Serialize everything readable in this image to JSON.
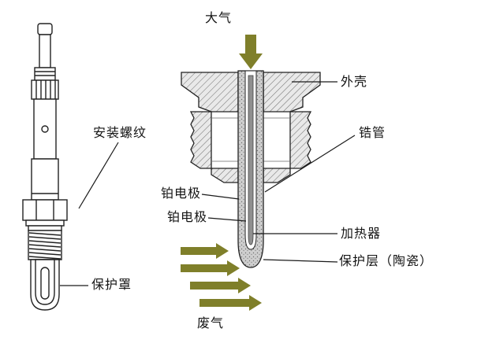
{
  "diagram": {
    "labels": {
      "atmosphere": "大气",
      "shell": "外壳",
      "mounting_thread": "安装螺纹",
      "zirconia_tube": "锆管",
      "platinum_electrode_outer": "铂电极",
      "platinum_electrode_inner": "铂电极",
      "heater": "加热器",
      "protective_layer": "保护层（陶瓷）",
      "protective_cover": "保护罩",
      "exhaust_gas": "废气"
    },
    "colors": {
      "flow_arrow": "#7f7f2a",
      "leader_line": "#1a1a1a",
      "outline": "#222222",
      "background": "#ffffff"
    }
  }
}
